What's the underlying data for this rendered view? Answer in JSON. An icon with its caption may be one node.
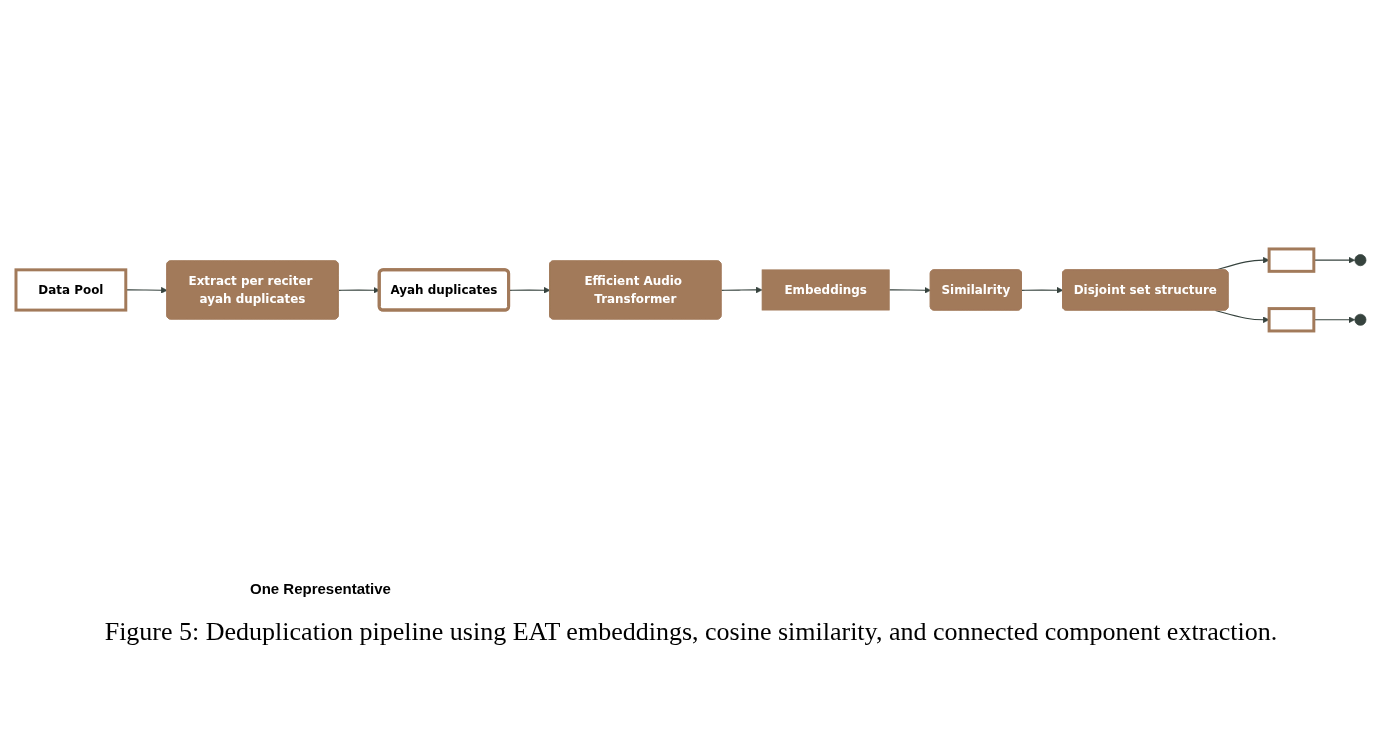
{
  "diagram": {
    "caption": "Figure 5: Deduplication pipeline using EAT embeddings, cosine similarity, and connected component extraction.",
    "nodes": [
      {
        "text": [
          "Data Pool"
        ]
      },
      {
        "text": [
          "Extract per reciter ayah duplicates"
        ]
      },
      {
        "text": [
          "Ayah duplicates"
        ]
      },
      {
        "text": [
          "Efficient Audio Transformer"
        ]
      },
      {
        "text": [
          "Embeddings"
        ]
      },
      {
        "text": [
          "Similalrity"
        ]
      },
      {
        "text": [
          "Disjoint set structure"
        ]
      },
      {
        "text": [],
        "shape": "box"
      },
      {
        "text": [],
        "shape": "box"
      },
      {
        "text": [],
        "shape": "circle"
      },
      {
        "text": [],
        "shape": "circle"
      }
    ],
    "edges": [
      {
        "from": 0,
        "to": 1,
        "arrow": "to"
      },
      {
        "from": 1,
        "to": 2,
        "arrow": "to"
      },
      {
        "from": 2,
        "to": 3,
        "arrow": "to"
      },
      {
        "from": 3,
        "to": 4,
        "arrow": "to"
      },
      {
        "from": 4,
        "to": 5,
        "arrow": "to"
      },
      {
        "from": 5,
        "to": 6,
        "arrow": "to"
      },
      {
        "from": 6,
        "to": 7,
        "arrow": "to"
      },
      {
        "from": 6,
        "to": 8,
        "arrow": "to"
      },
      {
        "from": 7,
        "to": 9,
        "arrow": "to"
      },
      {
        "from": 8,
        "to": 10,
        "arrow": "to"
      }
    ],
    "labels": [
      "One Representative"
    ]
  }
}
